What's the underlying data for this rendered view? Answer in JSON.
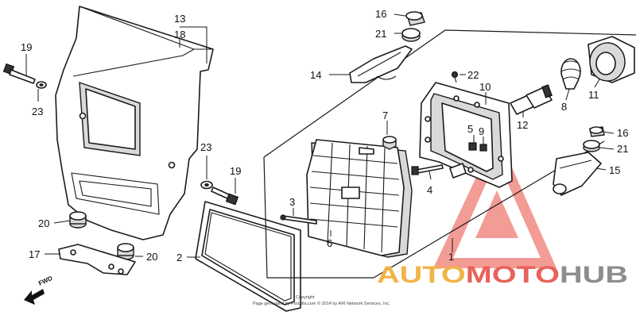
{
  "labels": {
    "l1": "1",
    "l2": "2",
    "l3": "3",
    "l4": "4",
    "l5": "5",
    "l6": "6",
    "l7": "7",
    "l8": "8",
    "l9": "9",
    "l10": "10",
    "l11": "11",
    "l12": "12",
    "l13": "13",
    "l14": "14",
    "l15": "15",
    "l16a": "16",
    "l16b": "16",
    "l17": "17",
    "l18": "18",
    "l19a": "19",
    "l19b": "19",
    "l20a": "20",
    "l20b": "20",
    "l21a": "21",
    "l21b": "21",
    "l22": "22",
    "l23a": "23",
    "l23b": "23"
  },
  "fwd_label": "FWD",
  "copyright": {
    "line1": "Copyright",
    "line2": "Page generated by Partzilla.com © 2014 by ARI Network Services, Inc."
  },
  "watermark": {
    "part1": "AUTO",
    "part2": "MOTO",
    "part3": "HUB"
  },
  "colors": {
    "watermark_orange": "#f2b347",
    "watermark_red": "#e8625a",
    "watermark_gray": "#8d8d8d",
    "triangle": "#f07a72"
  }
}
